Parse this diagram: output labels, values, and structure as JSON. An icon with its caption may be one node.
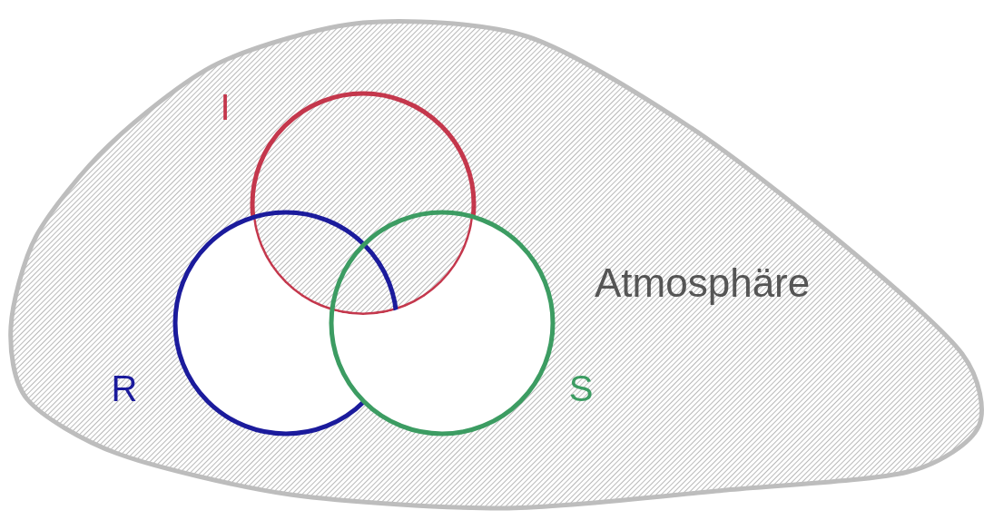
{
  "diagram": {
    "nodes": [
      {
        "text": [
          "Atmosphäre"
        ]
      },
      {
        "text": [
          "I"
        ],
        "in": 0
      },
      {
        "text": [
          "R"
        ],
        "in": 0
      },
      {
        "text": [
          "S"
        ],
        "in": 0
      }
    ]
  }
}
